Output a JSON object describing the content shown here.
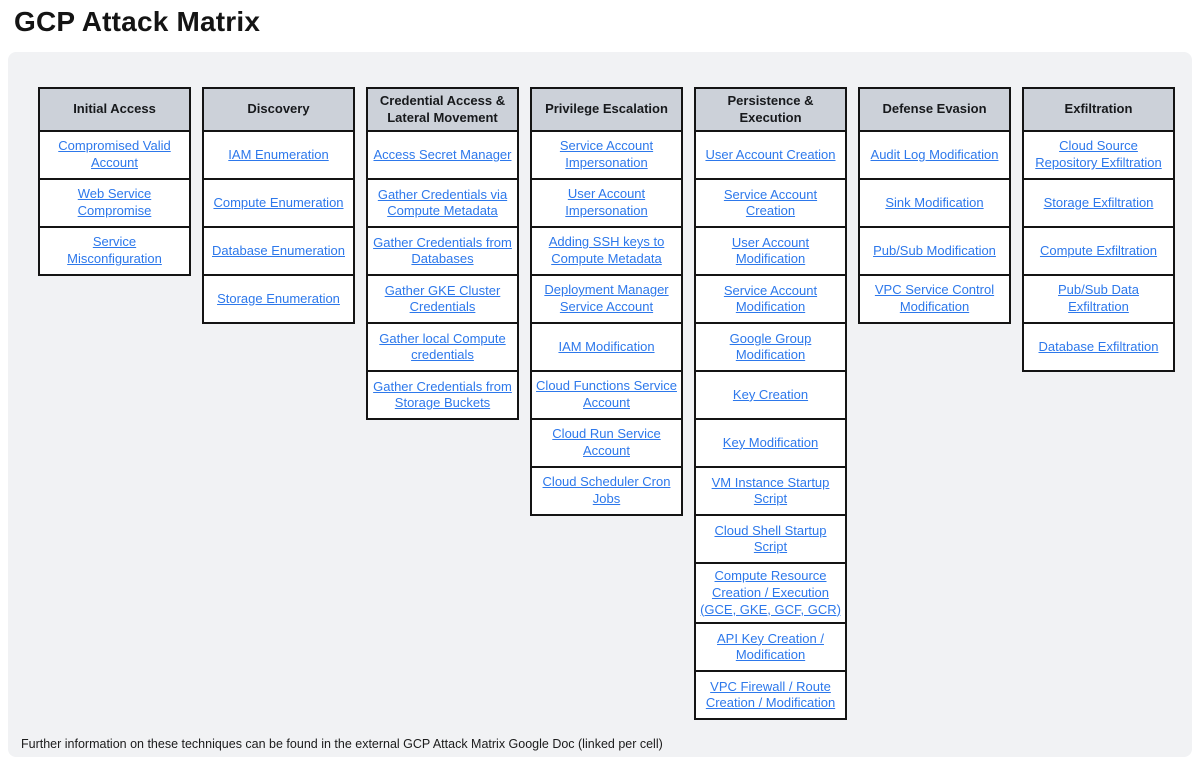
{
  "title": "GCP Attack Matrix",
  "footer": "Further information on these techniques can be found in the external GCP Attack Matrix Google Doc (linked per cell)",
  "colors": {
    "link": "#2d78eb",
    "header_bg": "#ccd1d9",
    "panel_bg": "#f1f2f4",
    "border": "#141414"
  },
  "matrix": {
    "columns": [
      {
        "header": "Initial Access",
        "techniques": [
          "Compromised Valid Account",
          "Web Service Compromise",
          "Service Misconfiguration"
        ]
      },
      {
        "header": "Discovery",
        "techniques": [
          "IAM Enumeration",
          "Compute Enumeration",
          "Database Enumeration",
          "Storage Enumeration"
        ]
      },
      {
        "header": "Credential Access & Lateral Movement",
        "techniques": [
          "Access Secret Manager",
          "Gather Credentials via Compute Metadata",
          "Gather Credentials from Databases",
          "Gather GKE Cluster Credentials",
          "Gather local Compute credentials",
          "Gather Credentials from Storage Buckets"
        ]
      },
      {
        "header": "Privilege Escalation",
        "techniques": [
          "Service Account Impersonation",
          "User Account Impersonation",
          "Adding SSH keys to Compute Metadata",
          "Deployment Manager Service Account",
          "IAM Modification",
          "Cloud Functions Service Account",
          "Cloud Run Service Account",
          "Cloud Scheduler Cron Jobs"
        ]
      },
      {
        "header": "Persistence & Execution",
        "techniques": [
          "User Account Creation",
          "Service Account Creation",
          "User Account Modification",
          "Service Account Modification",
          "Google Group Modification",
          "Key Creation",
          "Key Modification",
          "VM Instance Startup Script",
          "Cloud Shell Startup Script",
          "Compute Resource Creation / Execution (GCE, GKE, GCF, GCR)",
          "API Key Creation / Modification",
          "VPC Firewall / Route Creation / Modification"
        ]
      },
      {
        "header": "Defense Evasion",
        "techniques": [
          "Audit Log Modification",
          "Sink Modification",
          "Pub/Sub Modification",
          "VPC Service Control Modification"
        ]
      },
      {
        "header": "Exfiltration",
        "techniques": [
          "Cloud Source Repository Exfiltration",
          "Storage Exfiltration",
          "Compute Exfiltration",
          "Pub/Sub Data Exfiltration",
          "Database Exfiltration"
        ]
      }
    ]
  }
}
